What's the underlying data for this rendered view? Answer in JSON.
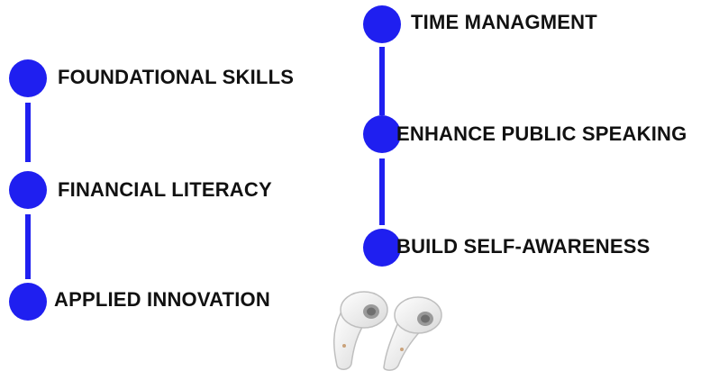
{
  "colors": {
    "accent": "#1f1ff0",
    "text": "#111111",
    "background": "#ffffff"
  },
  "left_track": {
    "items": [
      {
        "label": "FOUNDATIONAL SKILLS"
      },
      {
        "label": "FINANCIAL LITERACY"
      },
      {
        "label": "APPLIED INNOVATION"
      }
    ]
  },
  "right_track": {
    "items": [
      {
        "label": "TIME MANAGMENT"
      },
      {
        "label": "ENHANCE PUBLIC SPEAKING"
      },
      {
        "label": "BUILD SELF-AWARENESS"
      }
    ]
  },
  "image": {
    "icon": "earbuds-icon"
  }
}
